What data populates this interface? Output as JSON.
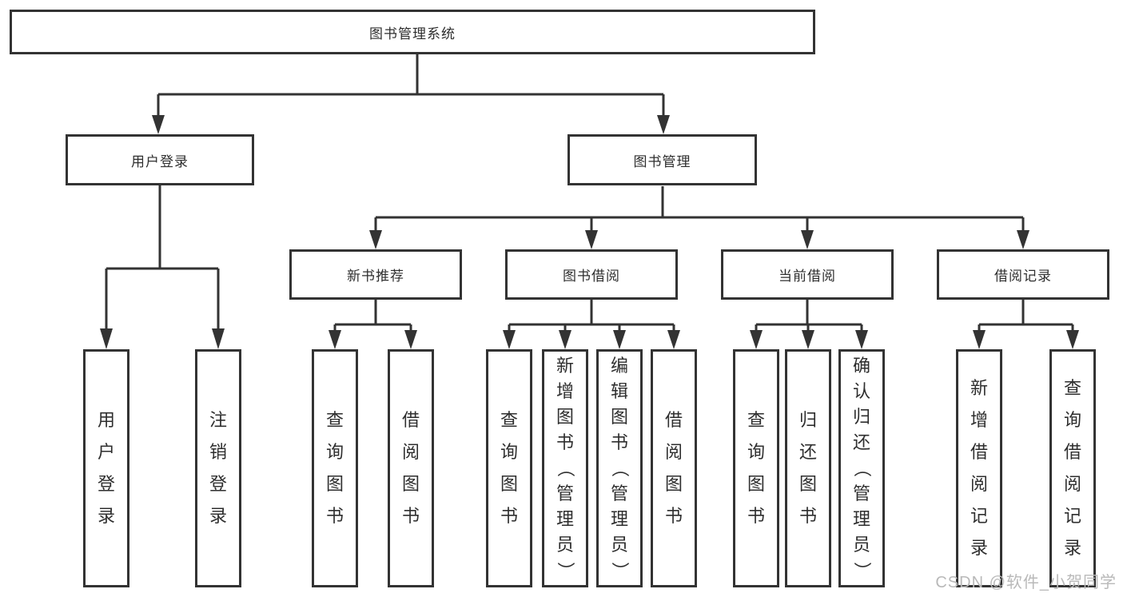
{
  "page": {
    "background": "#ffffff",
    "watermark": {
      "text": "CSDN @软件_小贺同学",
      "color": "#b9b9b9"
    }
  },
  "palette": {
    "line": "#333333",
    "text": "#2e2e2e",
    "box_fill": "#ffffff"
  },
  "tree": {
    "root": {
      "label": "图书管理系统"
    },
    "branches": [
      {
        "label": "用户登录",
        "children": [
          {
            "label": "用户登录"
          },
          {
            "label": "注销登录"
          }
        ]
      },
      {
        "label": "图书管理",
        "children": [
          {
            "label": "新书推荐",
            "children": [
              {
                "label": "查询图书"
              },
              {
                "label": "借阅图书"
              }
            ]
          },
          {
            "label": "图书借阅",
            "children": [
              {
                "label": "查询图书"
              },
              {
                "label": "新增图书（管理员）"
              },
              {
                "label": "编辑图书（管理员）"
              },
              {
                "label": "借阅图书"
              }
            ]
          },
          {
            "label": "当前借阅",
            "children": [
              {
                "label": "查询图书"
              },
              {
                "label": "归还图书"
              },
              {
                "label": "确认归还（管理员）"
              }
            ]
          },
          {
            "label": "借阅记录",
            "children": [
              {
                "label": "新增借阅记录"
              },
              {
                "label": "查询借阅记录"
              }
            ]
          }
        ]
      }
    ]
  }
}
